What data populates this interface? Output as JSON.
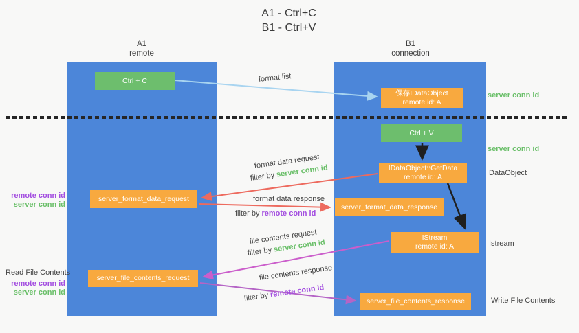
{
  "title": {
    "line1": "A1 - Ctrl+C",
    "line2": "B1 - Ctrl+V"
  },
  "columns": {
    "left": {
      "header_line1": "A1",
      "header_line2": "remote"
    },
    "right": {
      "header_line1": "B1",
      "header_line2": "connection"
    }
  },
  "boxes": {
    "ctrl_c": {
      "label": "Ctrl + C"
    },
    "save_idataobject": {
      "line1": "保存IDataObject",
      "line2": "remote id: A"
    },
    "ctrl_v": {
      "label": "Ctrl + V"
    },
    "getdata": {
      "line1": "IDataObject::GetData",
      "line2": "remote id: A"
    },
    "format_request": {
      "label": "server_format_data_request"
    },
    "format_response": {
      "label": "server_format_data_response"
    },
    "istream": {
      "line1": "IStream",
      "line2": "remote id: A"
    },
    "file_request": {
      "label": "server_file_contents_request"
    },
    "file_response": {
      "label": "server_file_contents_response"
    }
  },
  "annotations": {
    "format_list": "format list",
    "server_conn_id_top": "server conn id",
    "server_conn_id_mid": "server conn id",
    "dataobject": "DataObject",
    "istream_side": "Istream",
    "write_file_contents": "Write File Contents",
    "read_file_contents": "Read File Contents",
    "remote_conn_id_left1": "remote conn id",
    "server_conn_id_left1": "server conn id",
    "remote_conn_id_left2": "remote conn id",
    "server_conn_id_left2": "server conn id",
    "format_data_request": "format data request",
    "format_data_response": "format data response",
    "file_contents_request": "file contents request",
    "file_contents_response": "file contents response",
    "filter_by": "filter by",
    "server_conn_id": "server conn id",
    "remote_conn_id": "remote conn id"
  },
  "colors": {
    "column_blue": "#4c86d9",
    "box_orange": "#f8a93f",
    "box_green": "#6dbe6d",
    "green_text": "#6abf69",
    "purple_text": "#a34ee0",
    "red_arrow": "#ed6a5e",
    "light_blue_arrow": "#a8d4f0",
    "magenta_arrow": "#cb5ecb",
    "violet_arrow": "#b564c6",
    "black_arrow": "#1f1f1f"
  }
}
